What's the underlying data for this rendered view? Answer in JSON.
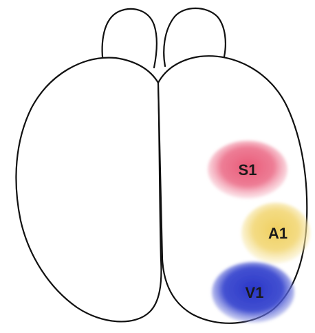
{
  "regions": {
    "s1": {
      "label": "S1",
      "color": "#ec6f8a"
    },
    "a1": {
      "label": "A1",
      "color": "#f2d776"
    },
    "v1": {
      "label": "V1",
      "color": "#3a48cf"
    }
  }
}
